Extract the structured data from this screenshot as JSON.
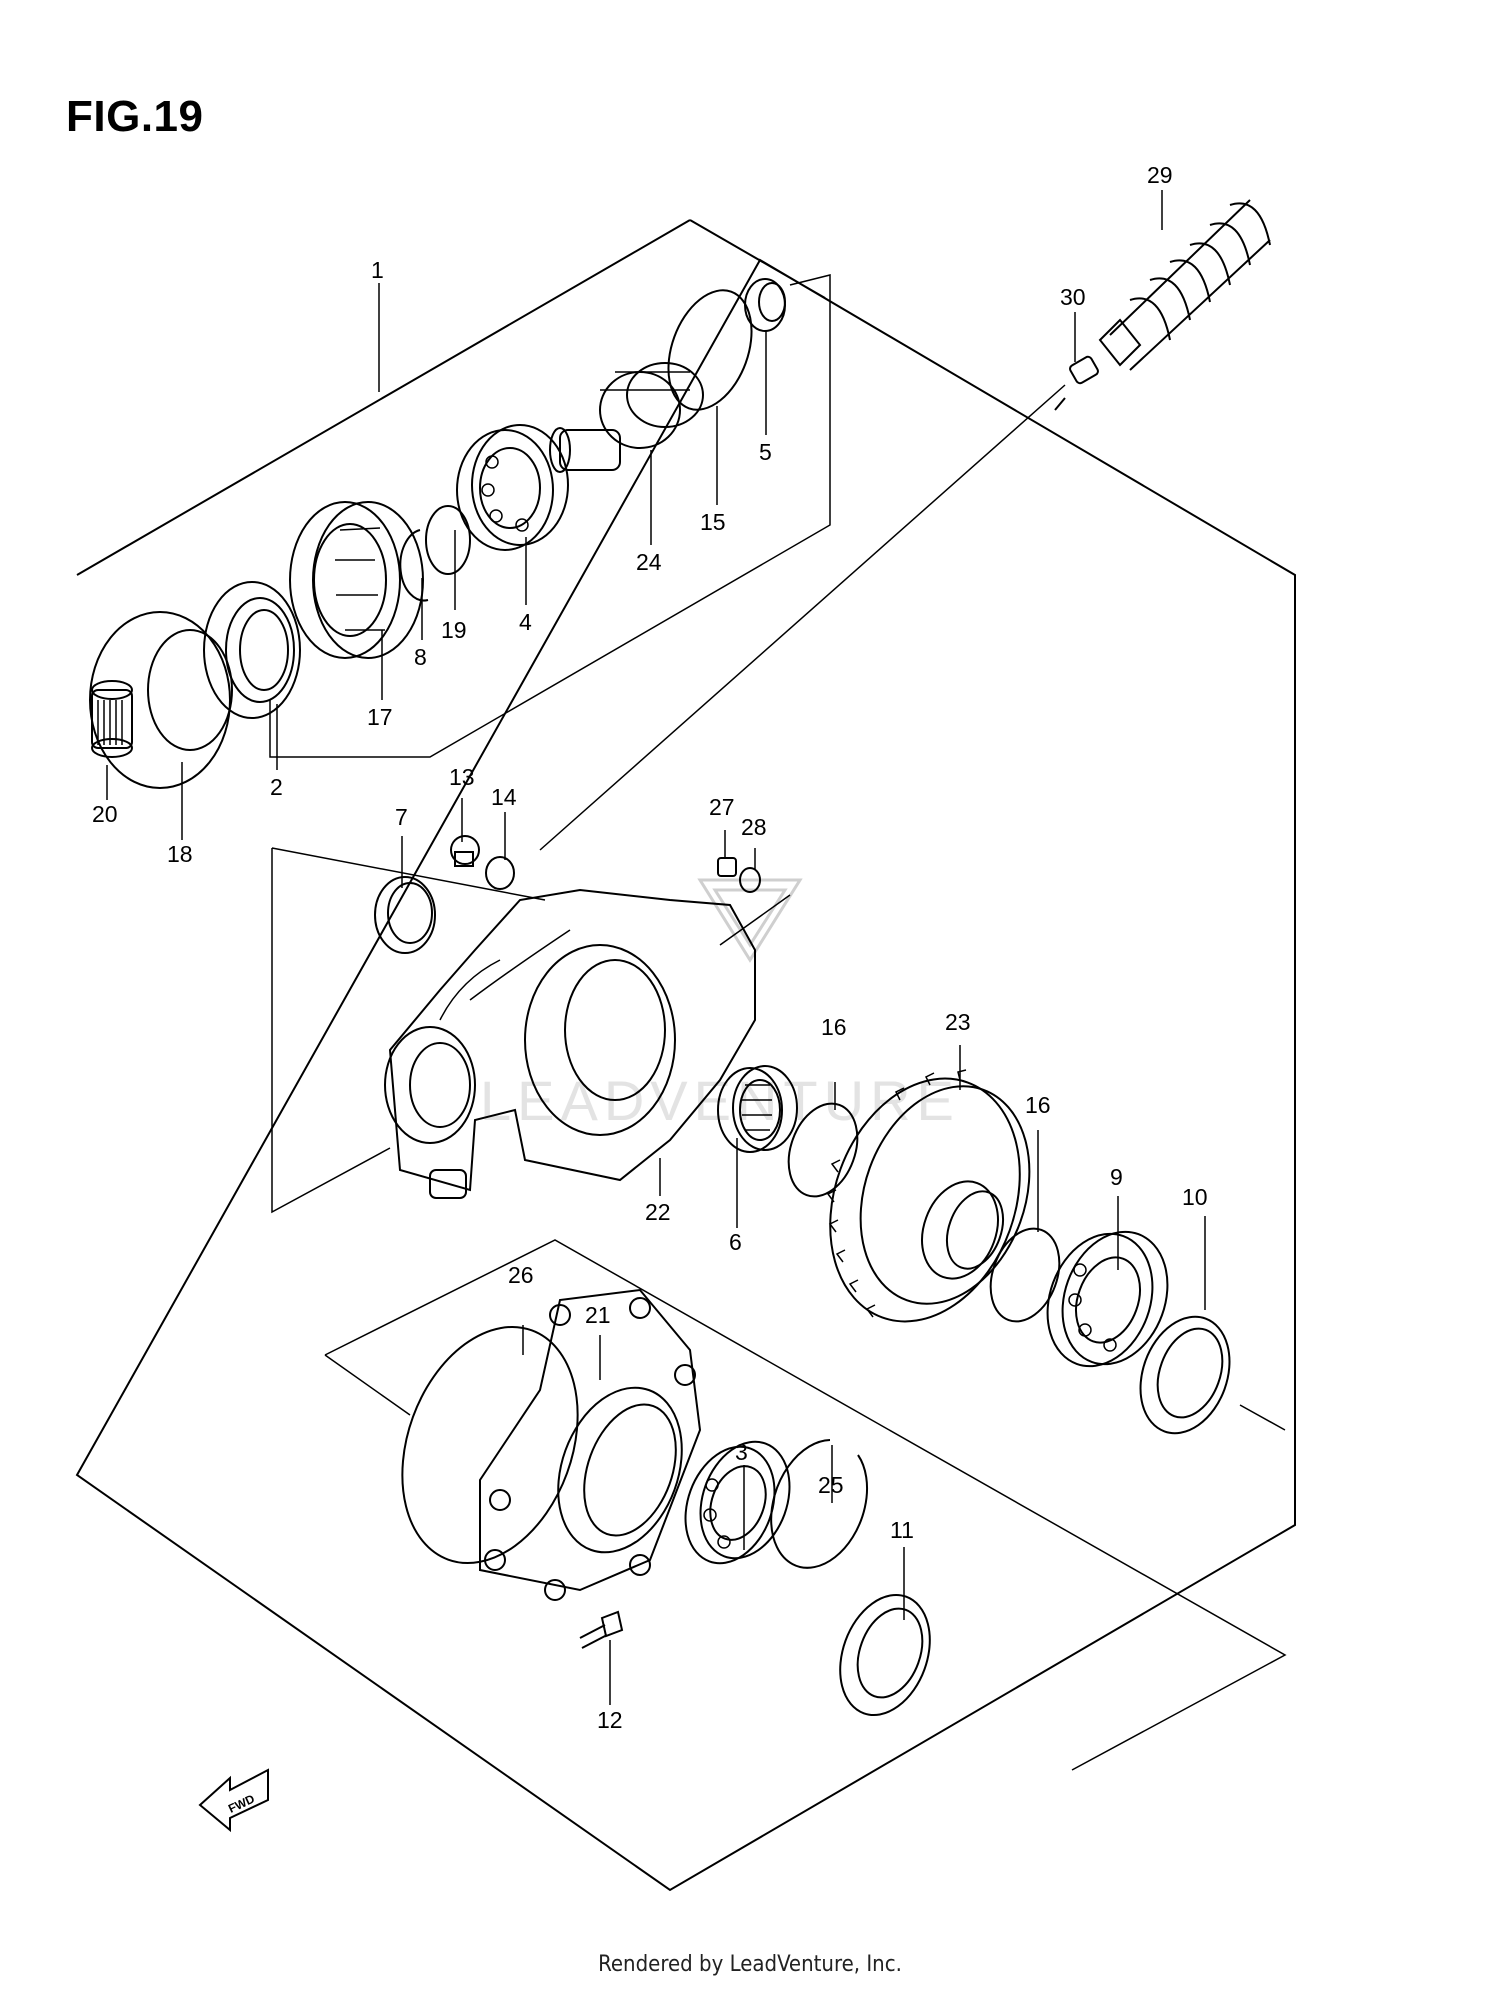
{
  "figure": {
    "title": "FIG.19"
  },
  "footer": {
    "text": "Rendered by LeadVenture, Inc."
  },
  "watermark": {
    "text": "LEADVENTURE"
  },
  "fwd_badge": {
    "text": "FWD"
  },
  "callouts": [
    {
      "id": "c1",
      "label": "1"
    },
    {
      "id": "c2",
      "label": "2"
    },
    {
      "id": "c3",
      "label": "3"
    },
    {
      "id": "c4",
      "label": "4"
    },
    {
      "id": "c5",
      "label": "5"
    },
    {
      "id": "c6",
      "label": "6"
    },
    {
      "id": "c7",
      "label": "7"
    },
    {
      "id": "c8",
      "label": "8"
    },
    {
      "id": "c9",
      "label": "9"
    },
    {
      "id": "c10",
      "label": "10"
    },
    {
      "id": "c11",
      "label": "11"
    },
    {
      "id": "c12",
      "label": "12"
    },
    {
      "id": "c13",
      "label": "13"
    },
    {
      "id": "c14",
      "label": "14"
    },
    {
      "id": "c15",
      "label": "15"
    },
    {
      "id": "c16a",
      "label": "16"
    },
    {
      "id": "c16b",
      "label": "16"
    },
    {
      "id": "c17",
      "label": "17"
    },
    {
      "id": "c18",
      "label": "18"
    },
    {
      "id": "c19",
      "label": "19"
    },
    {
      "id": "c20",
      "label": "20"
    },
    {
      "id": "c21",
      "label": "21"
    },
    {
      "id": "c22",
      "label": "22"
    },
    {
      "id": "c23",
      "label": "23"
    },
    {
      "id": "c24",
      "label": "24"
    },
    {
      "id": "c25",
      "label": "25"
    },
    {
      "id": "c26",
      "label": "26"
    },
    {
      "id": "c27",
      "label": "27"
    },
    {
      "id": "c28",
      "label": "28"
    },
    {
      "id": "c29",
      "label": "29"
    },
    {
      "id": "c30",
      "label": "30"
    }
  ]
}
